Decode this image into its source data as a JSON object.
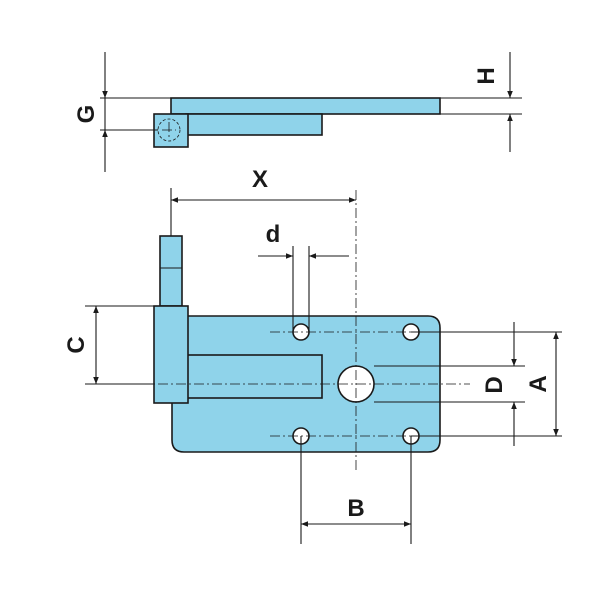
{
  "dimensions": {
    "G": "G",
    "H": "H",
    "X": "X",
    "d": "d",
    "C": "C",
    "D": "D",
    "A": "A",
    "B": "B"
  },
  "colors": {
    "part_fill": "#8fd3ea",
    "line": "#1a1a1a",
    "background": "#ffffff"
  }
}
